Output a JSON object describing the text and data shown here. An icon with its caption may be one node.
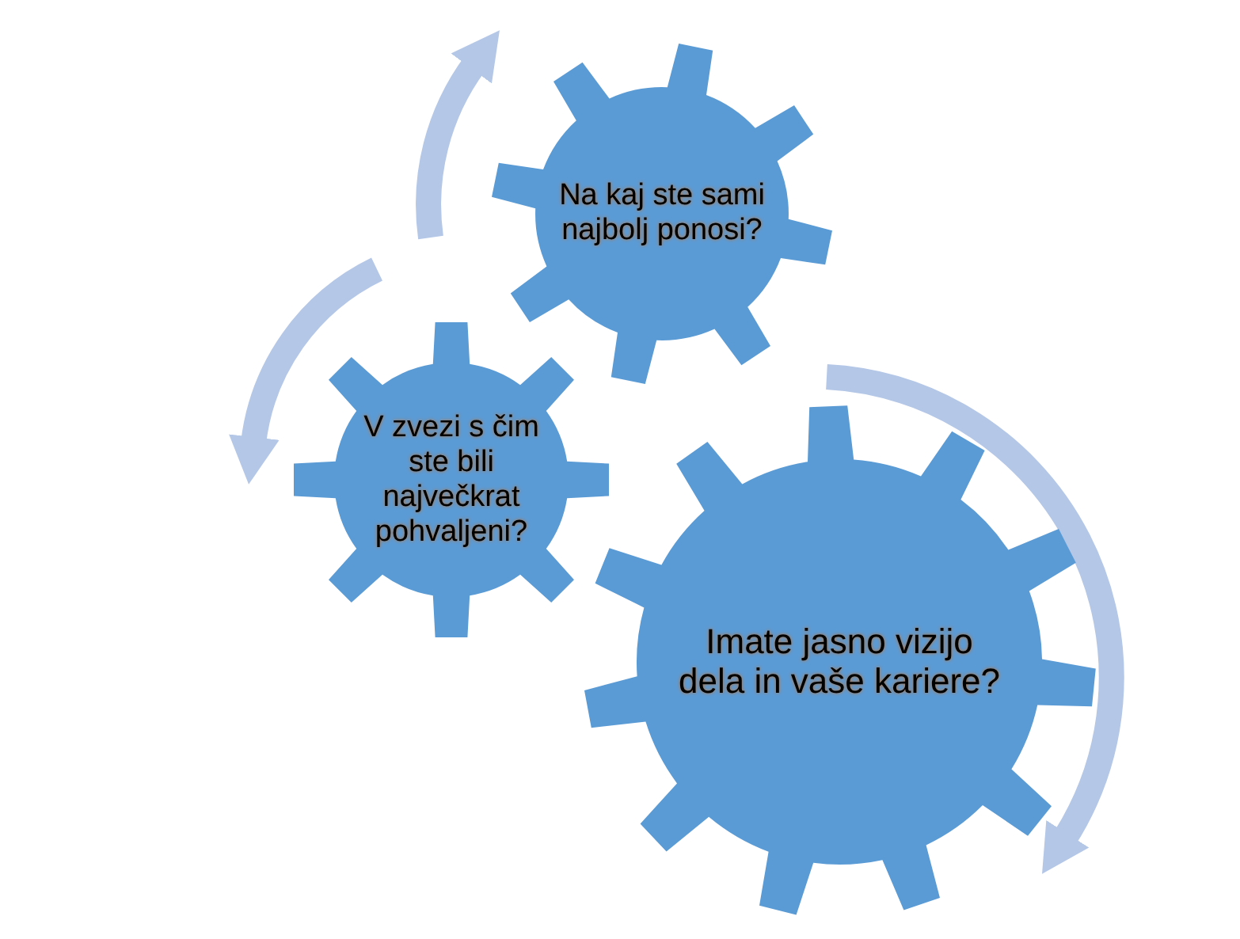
{
  "diagram": {
    "nodes": [
      {
        "text": [
          "Na kaj ste sami najbolj ponosi?"
        ]
      },
      {
        "text": [
          "V zvezi s čim ste bili največkrat pohvaljeni?"
        ]
      },
      {
        "text": [
          "Imate jasno vizijo dela in vaše kariere?"
        ]
      }
    ]
  }
}
